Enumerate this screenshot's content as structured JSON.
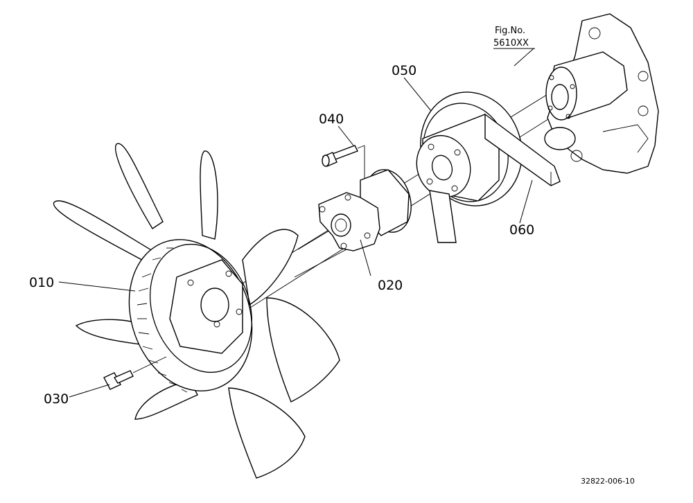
{
  "figure": {
    "ref_label": "Fig.No.",
    "ref_number": "5610XX",
    "drawing_code": "32822-006-10"
  },
  "parts": [
    {
      "key": "fan",
      "label": "010"
    },
    {
      "key": "flange",
      "label": "020"
    },
    {
      "key": "fan-bolt",
      "label": "030"
    },
    {
      "key": "pulley-bolt",
      "label": "040"
    },
    {
      "key": "pulley",
      "label": "050"
    },
    {
      "key": "belt",
      "label": "060"
    }
  ]
}
